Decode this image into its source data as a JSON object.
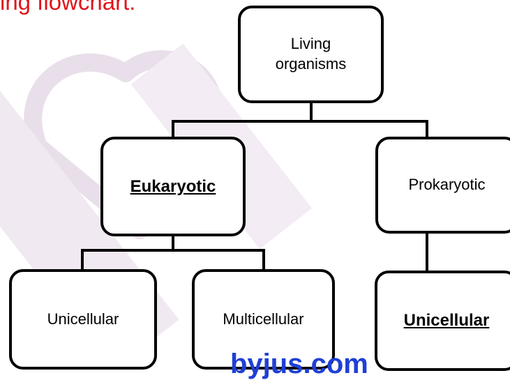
{
  "header": {
    "text": "ing flowchart:"
  },
  "diagram": {
    "root": "Living organisms",
    "level2": {
      "left": "Eukaryotic",
      "right": "Prokaryotic"
    },
    "level3": {
      "left": "Unicellular",
      "middle": "Multicellular",
      "right": "Unicellular"
    }
  },
  "footer": {
    "text": "byjus.com"
  },
  "colors": {
    "header": "#e0141a",
    "footer": "#1f3fd6",
    "watermark": "#e9dfea"
  }
}
